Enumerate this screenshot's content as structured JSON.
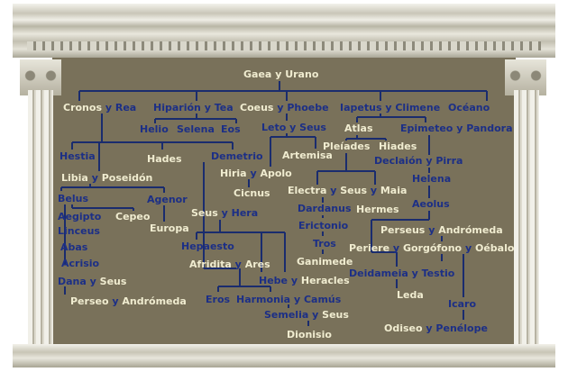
{
  "connector_word": "y",
  "nodes": [
    {
      "id": "gaea-urano",
      "parts": [
        "Gaea",
        "Urano"
      ],
      "color": "cream"
    },
    {
      "id": "cronos-rea",
      "parts": [
        "Cronos",
        "Rea"
      ],
      "color": "cream"
    },
    {
      "id": "hiparion-tea",
      "parts": [
        "Hiparión",
        "Tea"
      ],
      "color": "blue"
    },
    {
      "id": "coeus-phoebe",
      "parts": [
        "Coeus",
        "Phoebe"
      ],
      "color": "cream"
    },
    {
      "id": "iapetus-climene",
      "parts": [
        "Iapetus",
        "Climene"
      ],
      "color": "blue"
    },
    {
      "id": "oceano",
      "parts": [
        "Océano"
      ],
      "color": "blue"
    },
    {
      "id": "helio",
      "parts": [
        "Helio"
      ],
      "color": "blue"
    },
    {
      "id": "selena",
      "parts": [
        "Selena"
      ],
      "color": "blue"
    },
    {
      "id": "eos",
      "parts": [
        "Eos"
      ],
      "color": "blue"
    },
    {
      "id": "leto-zeus",
      "parts": [
        "Leto",
        "Seus"
      ],
      "color": "cream"
    },
    {
      "id": "atlas",
      "parts": [
        "Atlas"
      ],
      "color": "cream"
    },
    {
      "id": "epimeteo-pandora",
      "parts": [
        "Epimeteo",
        "Pandora"
      ],
      "color": "blue"
    },
    {
      "id": "hestia",
      "parts": [
        "Hestia"
      ],
      "color": "blue"
    },
    {
      "id": "hades",
      "parts": [
        "Hades"
      ],
      "color": "cream"
    },
    {
      "id": "demetrio",
      "parts": [
        "Demetrio"
      ],
      "color": "blue"
    },
    {
      "id": "artemisa",
      "parts": [
        "Artemisa"
      ],
      "color": "cream"
    },
    {
      "id": "pleiades",
      "parts": [
        "Pleíades"
      ],
      "color": "cream"
    },
    {
      "id": "hiades",
      "parts": [
        "Hiades"
      ],
      "color": "cream"
    },
    {
      "id": "deucalion-pirra",
      "parts": [
        "Declaión",
        "Pirra"
      ],
      "color": "blue"
    },
    {
      "id": "libia-poseidon",
      "parts": [
        "Libia",
        "Poseidón"
      ],
      "color": "cream"
    },
    {
      "id": "hiria-apolo",
      "parts": [
        "Hiria",
        "Apolo"
      ],
      "color": "cream"
    },
    {
      "id": "helena",
      "parts": [
        "Helena"
      ],
      "color": "blue"
    },
    {
      "id": "belus",
      "parts": [
        "Belus"
      ],
      "color": "blue"
    },
    {
      "id": "agenor",
      "parts": [
        "Agenor"
      ],
      "color": "blue"
    },
    {
      "id": "cicnus",
      "parts": [
        "Cicnus"
      ],
      "color": "cream"
    },
    {
      "id": "electra-zeus-maia",
      "parts": [
        "Electra",
        "Seus",
        "Maia"
      ],
      "color": "cream"
    },
    {
      "id": "aeolus",
      "parts": [
        "Aeolus"
      ],
      "color": "blue"
    },
    {
      "id": "aegipto",
      "parts": [
        "Aegipto"
      ],
      "color": "blue"
    },
    {
      "id": "cepeo",
      "parts": [
        "Cepeo"
      ],
      "color": "cream"
    },
    {
      "id": "zeus-hera",
      "parts": [
        "Seus",
        "Hera"
      ],
      "color": "cream"
    },
    {
      "id": "dardanus",
      "parts": [
        "Dardanus"
      ],
      "color": "blue"
    },
    {
      "id": "hermes",
      "parts": [
        "Hermes"
      ],
      "color": "cream"
    },
    {
      "id": "linceus",
      "parts": [
        "Linceus"
      ],
      "color": "blue"
    },
    {
      "id": "europa",
      "parts": [
        "Europa"
      ],
      "color": "cream"
    },
    {
      "id": "erictonio",
      "parts": [
        "Erictonio"
      ],
      "color": "blue"
    },
    {
      "id": "perseus-andromeda",
      "parts": [
        "Perseus",
        "Andrómeda"
      ],
      "color": "cream"
    },
    {
      "id": "abas",
      "parts": [
        "Abas"
      ],
      "color": "blue"
    },
    {
      "id": "hepaesto",
      "parts": [
        "Hepaesto"
      ],
      "color": "blue"
    },
    {
      "id": "tros",
      "parts": [
        "Tros"
      ],
      "color": "blue"
    },
    {
      "id": "periere",
      "parts": [
        "Periere",
        "Gorgófono",
        "Oébalo"
      ],
      "color": "cream"
    },
    {
      "id": "acrisio",
      "parts": [
        "Acrisio"
      ],
      "color": "blue"
    },
    {
      "id": "afridita-ares",
      "parts": [
        "Afridita",
        "Ares"
      ],
      "color": "cream"
    },
    {
      "id": "ganimede",
      "parts": [
        "Ganimede"
      ],
      "color": "cream"
    },
    {
      "id": "deidameia-testio",
      "parts": [
        "Deidameia",
        "Testio"
      ],
      "color": "blue"
    },
    {
      "id": "dana-zeus",
      "parts": [
        "Dana",
        "Seus"
      ],
      "color": "blue"
    },
    {
      "id": "hebe-heracles",
      "parts": [
        "Hebe",
        "Heracles"
      ],
      "color": "blue"
    },
    {
      "id": "leda",
      "parts": [
        "Leda"
      ],
      "color": "cream"
    },
    {
      "id": "perseo-andromeda",
      "parts": [
        "Perseo",
        "Andrómeda"
      ],
      "color": "cream"
    },
    {
      "id": "eros",
      "parts": [
        "Eros"
      ],
      "color": "blue"
    },
    {
      "id": "harmonia-camus",
      "parts": [
        "Harmonia",
        "Camús"
      ],
      "color": "blue"
    },
    {
      "id": "icaro",
      "parts": [
        "Icaro"
      ],
      "color": "blue"
    },
    {
      "id": "semelia-zeus",
      "parts": [
        "Semelia",
        "Seus"
      ],
      "color": "blue"
    },
    {
      "id": "odiseo-penelope",
      "parts": [
        "Odiseo",
        "Penélope"
      ],
      "color": "cream"
    },
    {
      "id": "dionisio",
      "parts": [
        "Dionisio"
      ],
      "color": "cream"
    }
  ]
}
